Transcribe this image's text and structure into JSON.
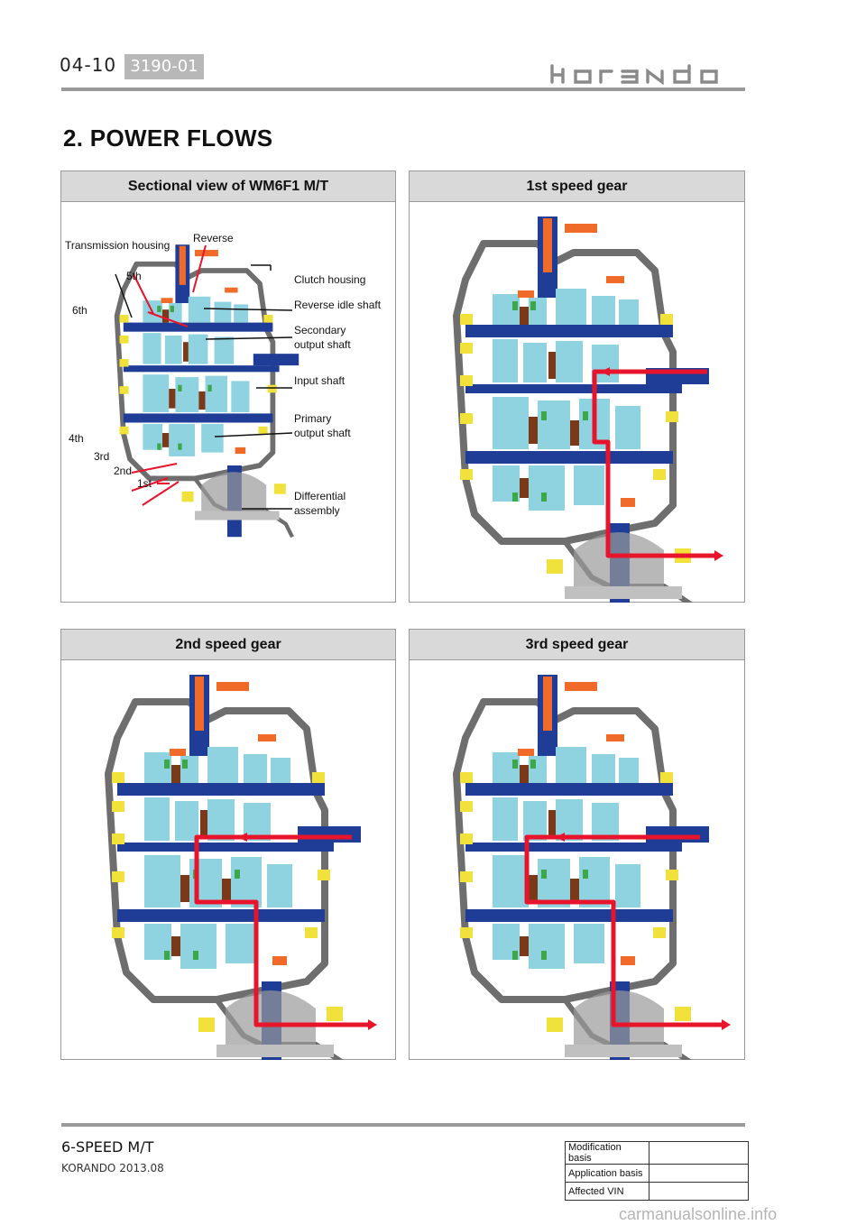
{
  "header": {
    "page_number": "04-10",
    "section_code": "3190-01",
    "brand": "korando"
  },
  "section_title": "2. POWER FLOWS",
  "panels": [
    {
      "title": "Sectional view of WM6F1 M/T",
      "labels": {
        "transmission_housing": "Transmission housing",
        "reverse": "Reverse",
        "fifth": "5th",
        "sixth": "6th",
        "clutch_housing": "Clutch housing",
        "reverse_idle_shaft": "Reverse idle shaft",
        "secondary_output_shaft": [
          "Secondary",
          "output shaft"
        ],
        "input_shaft": "Input shaft",
        "primary_output_shaft": [
          "Primary",
          "output shaft"
        ],
        "fourth": "4th",
        "third": "3rd",
        "second": "2nd",
        "first": "1st",
        "differential_assembly": [
          "Differential",
          "assembly"
        ]
      }
    },
    {
      "title": "1st speed gear"
    },
    {
      "title": "2nd speed gear"
    },
    {
      "title": "3rd speed gear"
    }
  ],
  "colors": {
    "shaft": "#1f3d96",
    "gear": "#8fd3e0",
    "housing": "#6e6e6e",
    "bearing": "#f0e23a",
    "flow_arrow": "#e8142c",
    "accent": "#f06a2a",
    "synchro": "#3ca84a"
  },
  "footer": {
    "model": "6-SPEED M/T",
    "edition": "KORANDO 2013.08",
    "basis_rows": [
      "Modification basis",
      "Application basis",
      "Affected VIN"
    ]
  },
  "watermark": "carmanualsonline.info"
}
